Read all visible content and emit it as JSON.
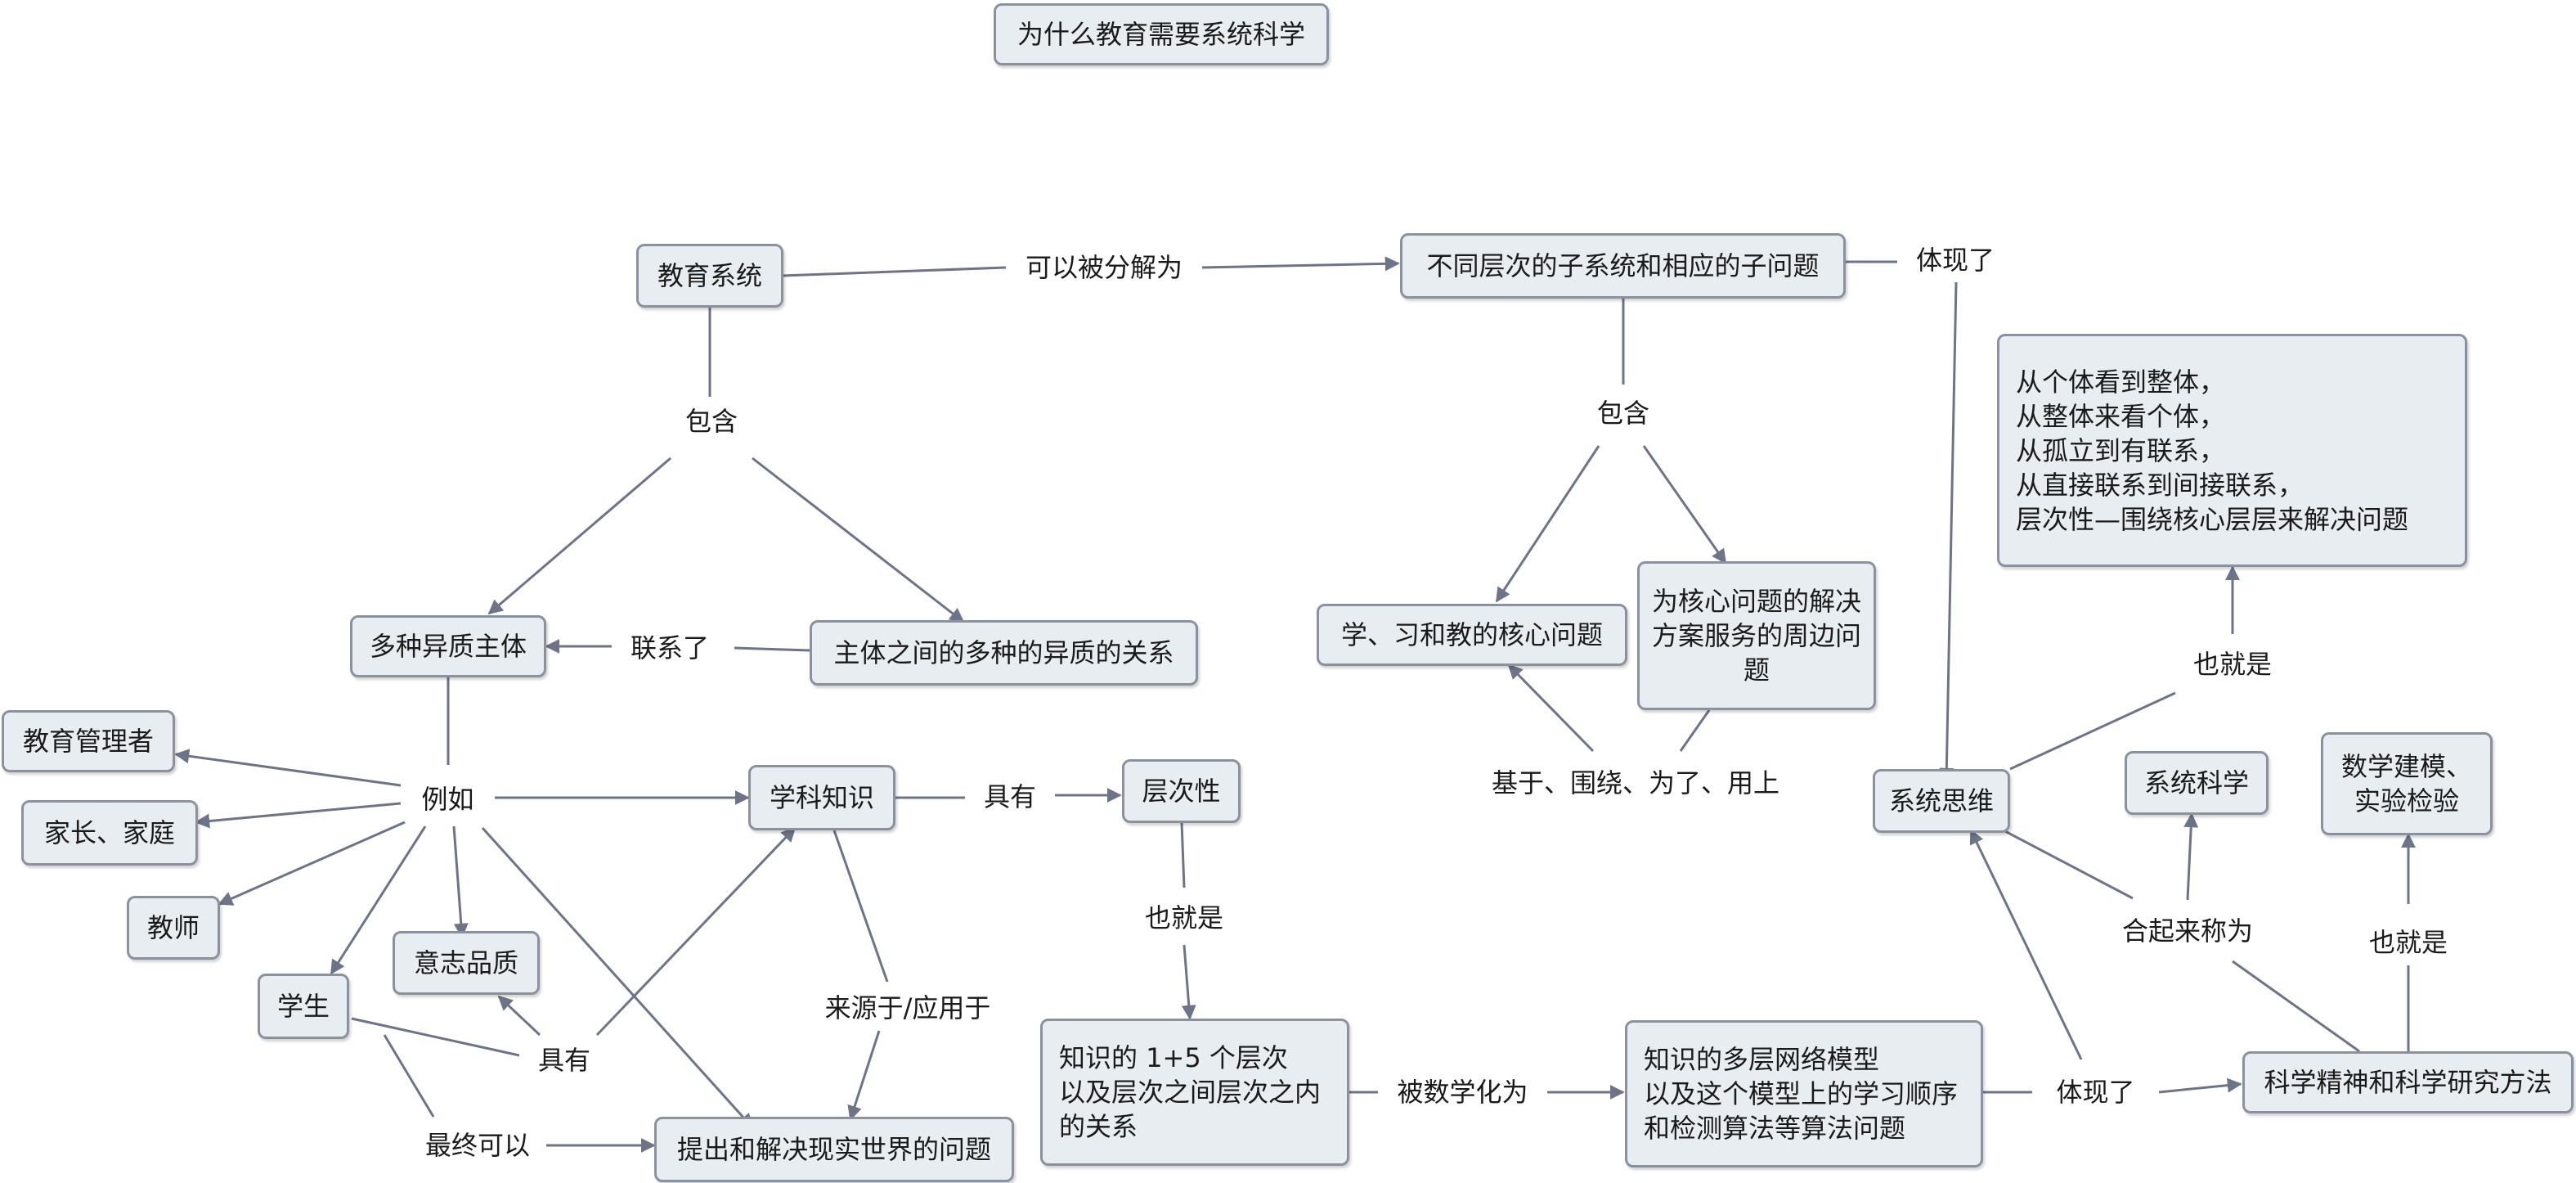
{
  "title": "为什么教育需要系统科学",
  "nodes": {
    "edu_system": "教育系统",
    "subsystems": "不同层次的子系统和相应的子问题",
    "subjects": "多种异质主体",
    "relations": "主体之间的多种的异质的关系",
    "core_problem": "学、习和教的核心问题",
    "peripheral": "为核心问题的解决\n方案服务的周边问题",
    "perspective": "从个体看到整体，\n从整体来看个体，\n从孤立到有联系，\n从直接联系到间接联系，\n层次性—围绕核心层层来解决问题",
    "admin": "教育管理者",
    "parents": "家长、家庭",
    "teacher": "教师",
    "student": "学生",
    "will": "意志品质",
    "knowledge": "学科知识",
    "levels": "层次性",
    "systems_thinking": "系统思维",
    "systems_science": "系统科学",
    "modeling": "数学建模、\n实验检验",
    "real_problems": "提出和解决现实世界的问题",
    "knowledge_levels": "知识的 1+5 个层次\n以及层次之间层次之内\n的关系",
    "network_model": "知识的多层网络模型\n以及这个模型上的学习顺序\n和检测算法等算法问题",
    "scientific_spirit": "科学精神和科学研究方法"
  },
  "labels": {
    "decomposed": "可以被分解为",
    "embodies_top": "体现了",
    "contains_left": "包含",
    "contains_right": "包含",
    "connects": "联系了",
    "based_on": "基于、围绕、为了、用上",
    "that_is_top": "也就是",
    "for_example": "例如",
    "has_levels": "具有",
    "that_is_mid": "也就是",
    "that_is_right": "也就是",
    "together_called": "合起来称为",
    "source_applied": "来源于/应用于",
    "has_bottom": "具有",
    "eventually": "最终可以",
    "mathematized": "被数学化为",
    "embodies_bottom": "体现了"
  },
  "colors": {
    "node_fill": "#e7edf1",
    "node_border": "#8c919e",
    "connector": "#6e7487",
    "text": "#1a1a1a"
  }
}
